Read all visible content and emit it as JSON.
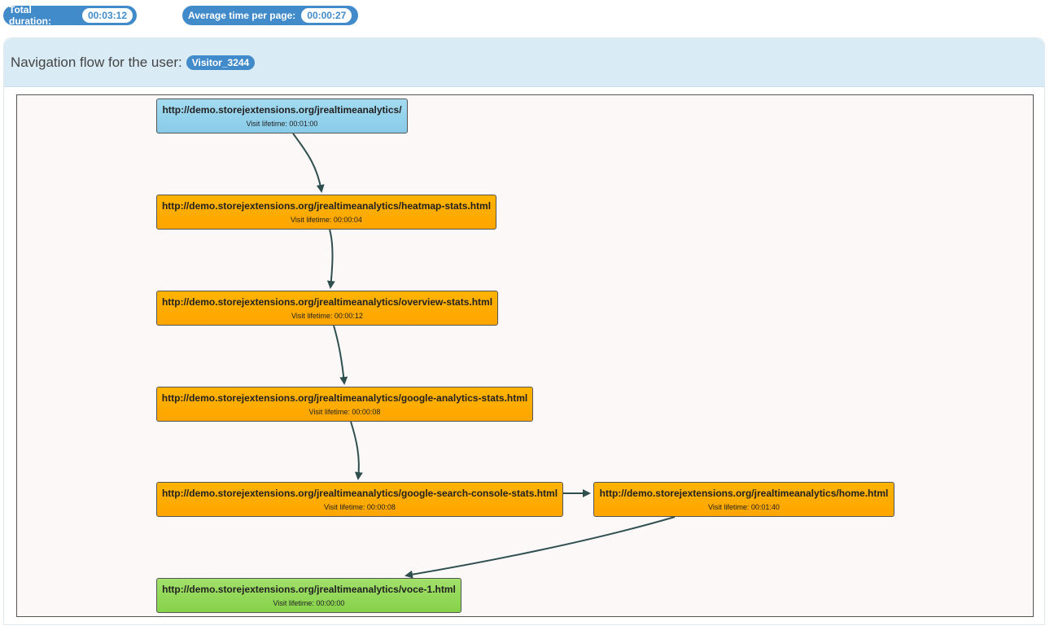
{
  "stats": {
    "total_duration_label": "Total duration:",
    "total_duration_value": "00:03:12",
    "avg_time_label": "Average time per page:",
    "avg_time_value": "00:00:27"
  },
  "panel": {
    "title": "Navigation flow for the user:",
    "visitor": "Visitor_3244"
  },
  "lifetime_label": "Visit lifetime:",
  "nodes": [
    {
      "url": "http://demo.storejextensions.org/jrealtimeanalytics/",
      "lifetime": "Visit lifetime: 00:01:00"
    },
    {
      "url": "http://demo.storejextensions.org/jrealtimeanalytics/heatmap-stats.html",
      "lifetime": "Visit lifetime: 00:00:04"
    },
    {
      "url": "http://demo.storejextensions.org/jrealtimeanalytics/overview-stats.html",
      "lifetime": "Visit lifetime: 00:00:12"
    },
    {
      "url": "http://demo.storejextensions.org/jrealtimeanalytics/google-analytics-stats.html",
      "lifetime": "Visit lifetime: 00:00:08"
    },
    {
      "url": "http://demo.storejextensions.org/jrealtimeanalytics/google-search-console-stats.html",
      "lifetime": "Visit lifetime: 00:00:08"
    },
    {
      "url": "http://demo.storejextensions.org/jrealtimeanalytics/home.html",
      "lifetime": "Visit lifetime: 00:01:40"
    },
    {
      "url": "http://demo.storejextensions.org/jrealtimeanalytics/voce-1.html",
      "lifetime": "Visit lifetime: 00:00:00"
    }
  ],
  "colors": {
    "start": "#88cbe8",
    "middle": "#ffa500",
    "end": "#86d24a",
    "edge": "#2f4f4f",
    "badge": "#428bca"
  }
}
